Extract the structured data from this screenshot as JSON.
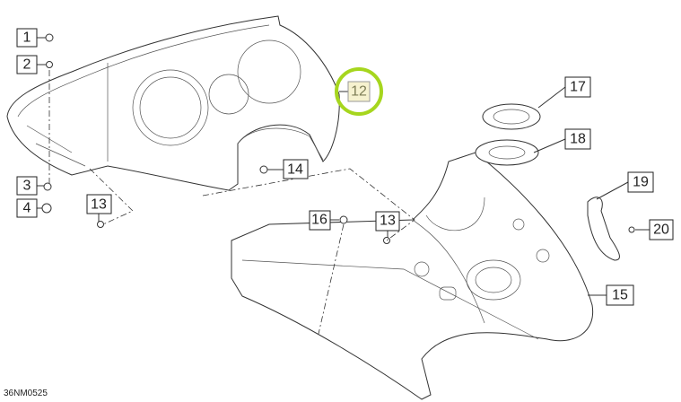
{
  "diagram_code": "36NM0525",
  "highlight_color": "#a6d61e",
  "highlight_fill": "#f6f2cf",
  "callouts": [
    {
      "label": "1"
    },
    {
      "label": "2"
    },
    {
      "label": "3"
    },
    {
      "label": "4"
    },
    {
      "label": "13"
    },
    {
      "label": "14"
    },
    {
      "label": "12",
      "highlighted": true
    },
    {
      "label": "17"
    },
    {
      "label": "18"
    },
    {
      "label": "16"
    },
    {
      "label": "13"
    },
    {
      "label": "19"
    },
    {
      "label": "20"
    },
    {
      "label": "15"
    }
  ]
}
